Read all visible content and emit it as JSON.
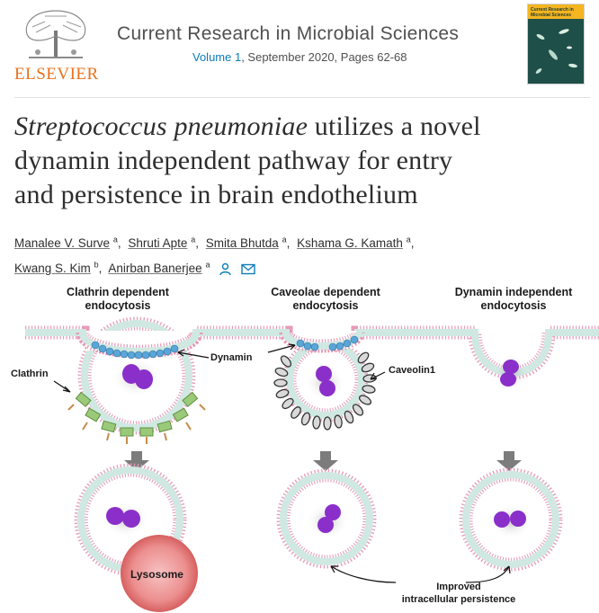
{
  "header": {
    "publisher": "ELSEVIER",
    "journal_title": "Current Research in Microbial Sciences",
    "volume_link": "Volume 1",
    "issue_rest": ", September 2020, Pages 62-68",
    "cover_title": "Current Research in Microbial Sciences"
  },
  "article": {
    "title_italic": "Streptococcus pneumoniae",
    "title_rest_1": " utilizes a novel",
    "title_line_2": "dynamin independent pathway for entry",
    "title_line_3": "and persistence in brain endothelium"
  },
  "authors": [
    {
      "name": "Manalee V. Surve",
      "aff": "a"
    },
    {
      "name": "Shruti Apte",
      "aff": "a"
    },
    {
      "name": "Smita Bhutda",
      "aff": "a"
    },
    {
      "name": "Kshama G. Kamath",
      "aff": "a"
    },
    {
      "name": "Kwang S. Kim",
      "aff": "b"
    },
    {
      "name": "Anirban Banerjee",
      "aff": "a"
    }
  ],
  "icons": {
    "person": "person-icon",
    "email": "envelope-icon"
  },
  "graphical_abstract": {
    "col1_title_1": "Clathrin dependent",
    "col1_title_2": "endocytosis",
    "col2_title_1": "Caveolae dependent",
    "col2_title_2": "endocytosis",
    "col3_title_1": "Dynamin independent",
    "col3_title_2": "endocytosis",
    "label_clathrin": "Clathrin",
    "label_dynamin": "Dynamin",
    "label_caveolin": "Caveolin1",
    "label_lysosome": "Lysosome",
    "label_improved_1": "Improved",
    "label_improved_2": "intracellular persistence"
  },
  "colors": {
    "elsevier_orange": "#e9711c",
    "link_blue": "#0c7dbb",
    "membrane_fill": "#cfe9e2",
    "membrane_stroke": "#e79ab9",
    "bacteria": "#8a2fc9",
    "dynamin": "#5aa6d8",
    "clathrin": "#9bc97a",
    "lysosome": "#ec8787"
  }
}
